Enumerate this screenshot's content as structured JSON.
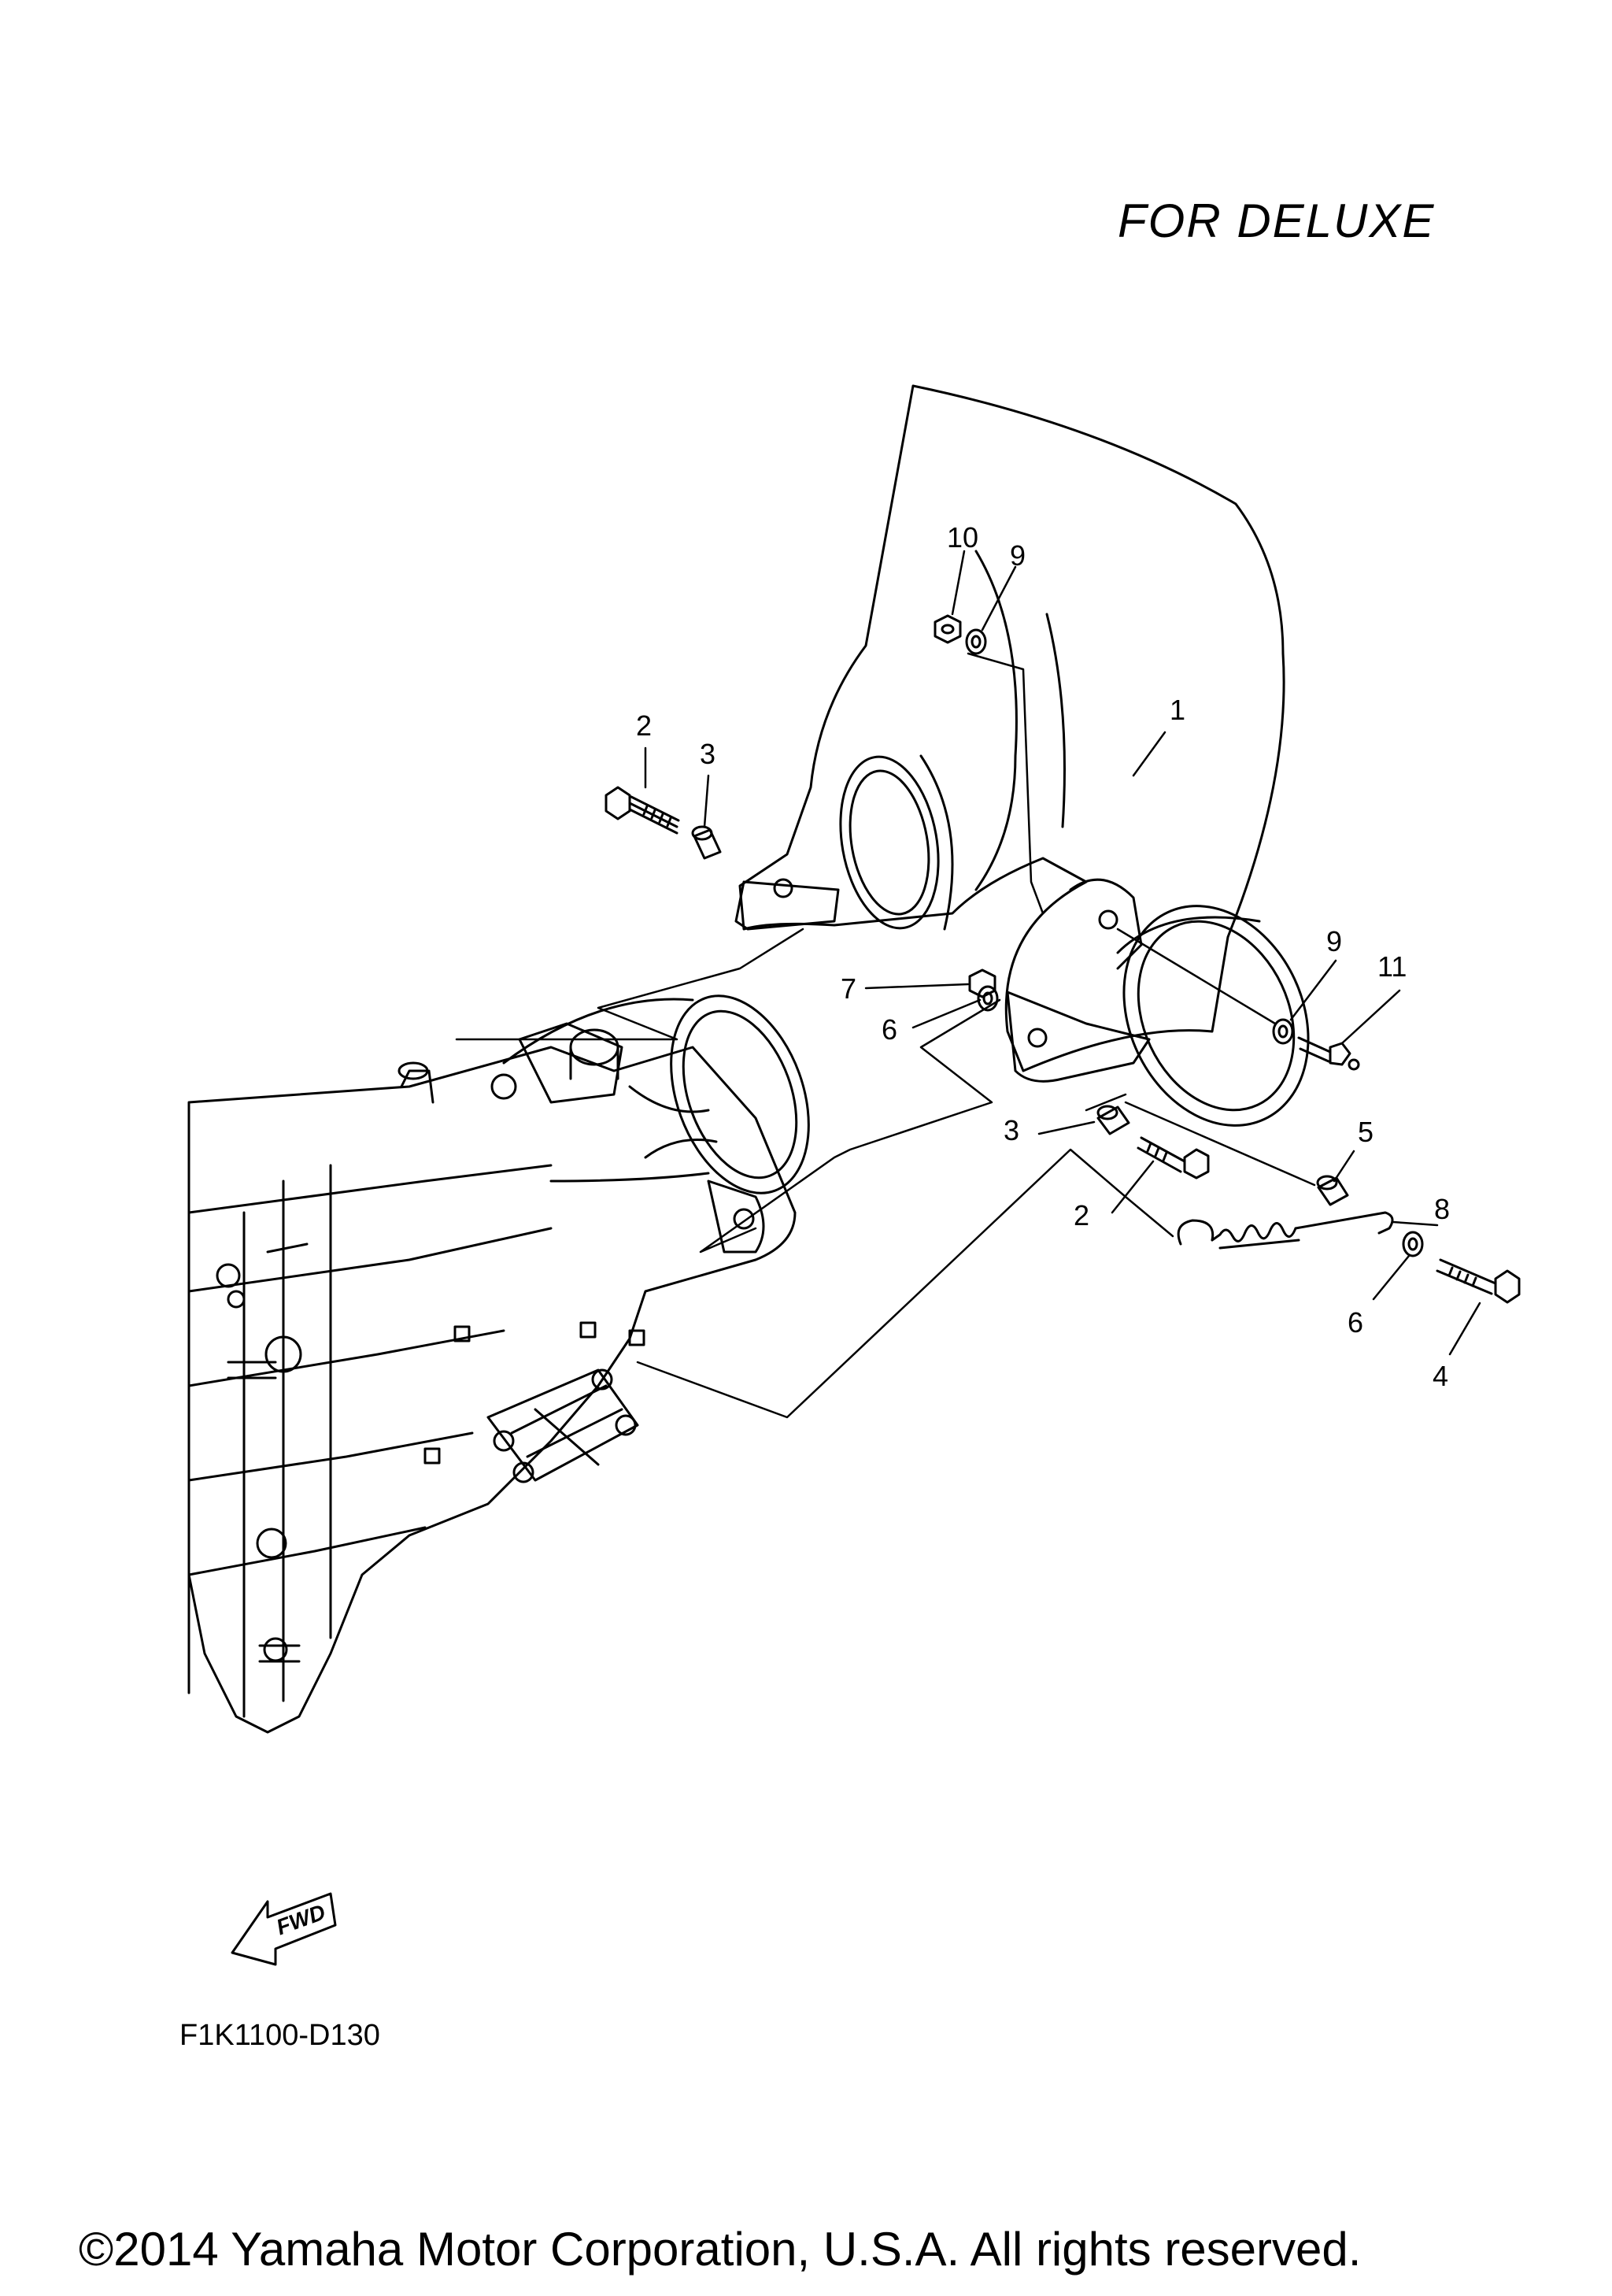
{
  "header_note": "FOR DELUXE",
  "drawing_code": "F1K1100-D130",
  "copyright": "©2014 Yamaha Motor Corporation, U.S.A. All rights reserved.",
  "fwd_badge": "FWD",
  "callouts": {
    "c1": "1",
    "c2a": "2",
    "c2b": "2",
    "c3a": "3",
    "c3b": "3",
    "c4": "4",
    "c5": "5",
    "c6a": "6",
    "c6b": "6",
    "c7": "7",
    "c8": "8",
    "c9a": "9",
    "c9b": "9",
    "c10": "10",
    "c11": "11"
  },
  "colors": {
    "ink": "#000000",
    "paper": "#ffffff"
  }
}
